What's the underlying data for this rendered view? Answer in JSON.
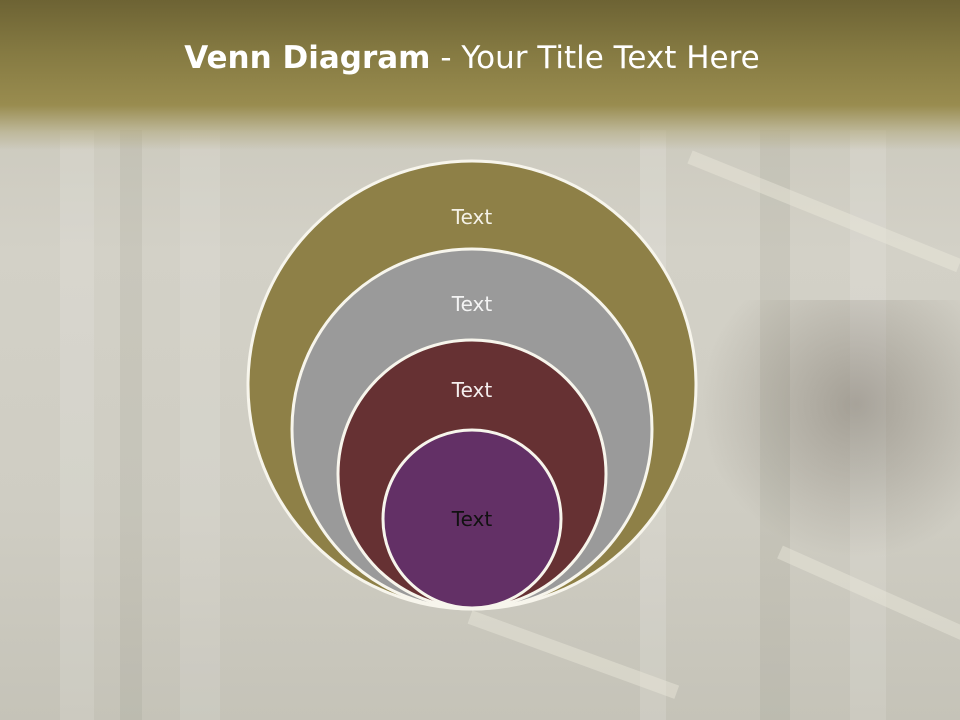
{
  "slide": {
    "title_bold": "Venn Diagram",
    "title_rest": " - Your Title Text Here"
  },
  "diagram": {
    "type": "nested-circles",
    "circles": [
      {
        "label": "Text",
        "fill": "#8e8047",
        "text_color": "#f4f1e6"
      },
      {
        "label": "Text",
        "fill": "#9a9a9a",
        "text_color": "#f4f4f4"
      },
      {
        "label": "Text",
        "fill": "#663133",
        "text_color": "#f4eeee"
      },
      {
        "label": "Text",
        "fill": "#633066",
        "text_color": "#111111"
      }
    ],
    "outline_color": "#f7f5ec"
  },
  "colors": {
    "header": "#857a42",
    "background": "#cfcdc2"
  }
}
